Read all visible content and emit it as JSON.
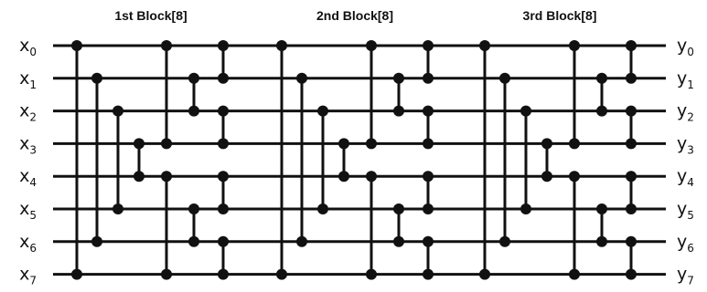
{
  "blocks": [
    {
      "title": "1st Block[8]"
    },
    {
      "title": "2nd Block[8]"
    },
    {
      "title": "3rd Block[8]"
    }
  ],
  "inputs": [
    {
      "base": "x",
      "sub": "0"
    },
    {
      "base": "x",
      "sub": "1"
    },
    {
      "base": "x",
      "sub": "2"
    },
    {
      "base": "x",
      "sub": "3"
    },
    {
      "base": "x",
      "sub": "4"
    },
    {
      "base": "x",
      "sub": "5"
    },
    {
      "base": "x",
      "sub": "6"
    },
    {
      "base": "x",
      "sub": "7"
    }
  ],
  "outputs": [
    {
      "base": "y",
      "sub": "0"
    },
    {
      "base": "y",
      "sub": "1"
    },
    {
      "base": "y",
      "sub": "2"
    },
    {
      "base": "y",
      "sub": "3"
    },
    {
      "base": "y",
      "sub": "4"
    },
    {
      "base": "y",
      "sub": "5"
    },
    {
      "base": "y",
      "sub": "6"
    },
    {
      "base": "y",
      "sub": "7"
    }
  ],
  "block_comparators": [
    [
      0,
      7
    ],
    [
      1,
      6
    ],
    [
      2,
      5
    ],
    [
      3,
      4
    ],
    [
      0,
      3
    ],
    [
      4,
      7
    ],
    [
      1,
      2
    ],
    [
      5,
      6
    ],
    [
      0,
      1
    ],
    [
      2,
      3
    ],
    [
      4,
      5
    ],
    [
      6,
      7
    ]
  ],
  "colors": {
    "line": "#111111",
    "background": "#ffffff"
  }
}
